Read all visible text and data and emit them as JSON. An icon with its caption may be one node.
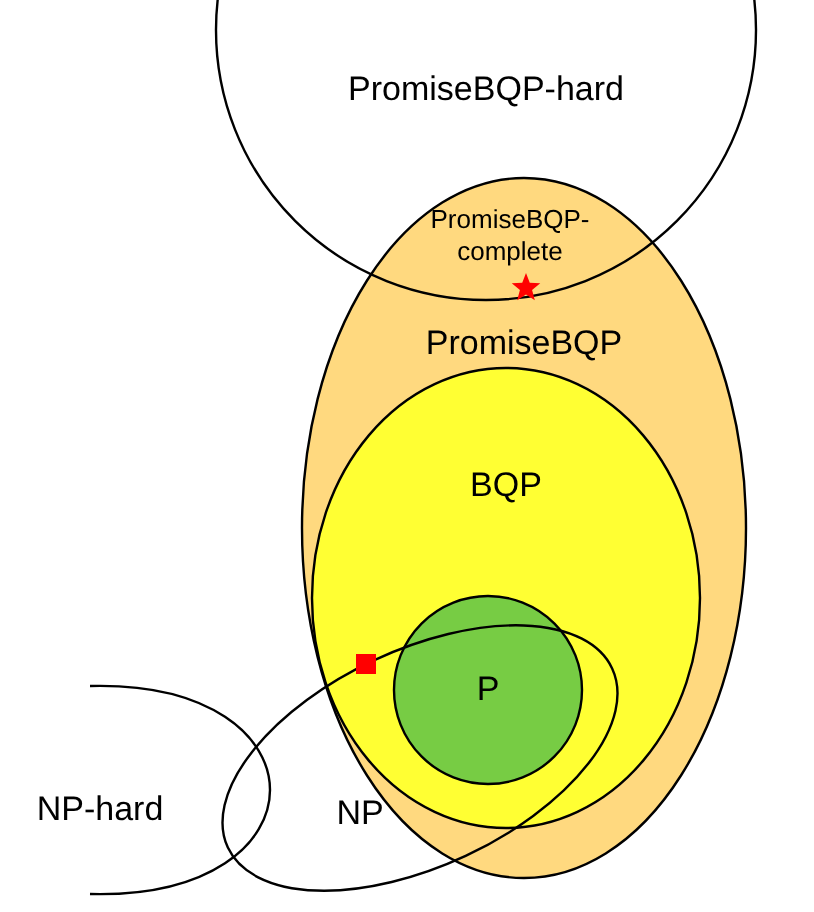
{
  "diagram": {
    "nodes": [
      {
        "text": [
          "PromiseBQP-hard"
        ]
      },
      {
        "text": [
          "PromiseBQP"
        ]
      },
      {
        "text": [
          "BQP"
        ],
        "in": 1
      },
      {
        "text": [
          "P"
        ],
        "in": 2
      },
      {
        "text": [
          "NP"
        ]
      },
      {
        "text": [
          "NP-hard"
        ]
      }
    ],
    "labels": [
      "PromiseBQP-complete"
    ]
  }
}
